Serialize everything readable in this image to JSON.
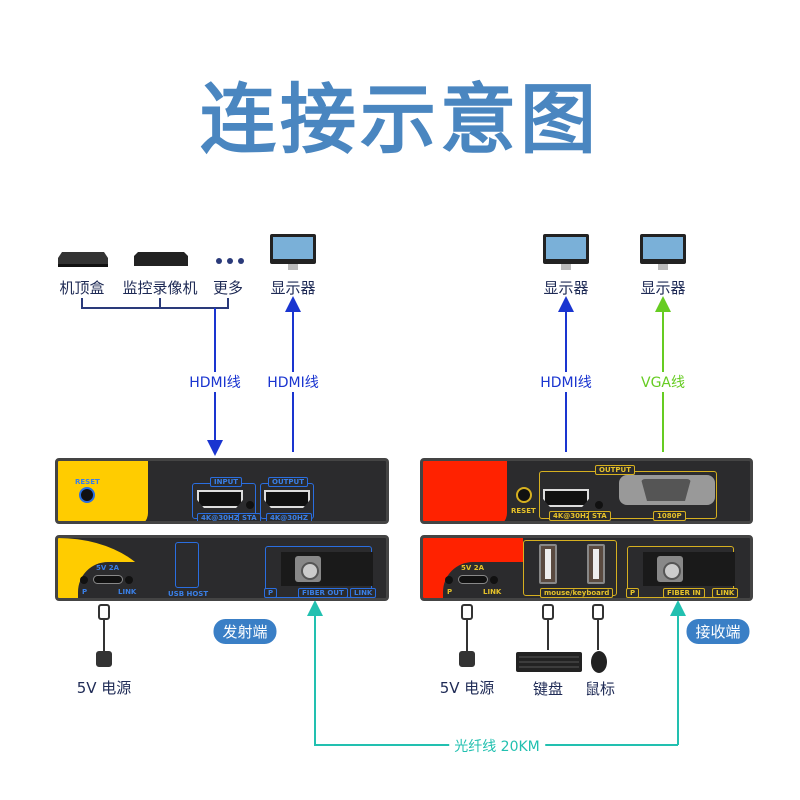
{
  "title": "连接示意图",
  "sources": {
    "stb": "机顶盒",
    "nvr": "监控录像机",
    "more": "更多",
    "monitor": "显示器"
  },
  "receiver_outputs": {
    "monitor1": "显示器",
    "monitor2": "显示器"
  },
  "cables": {
    "tx_in": "HDMI线",
    "tx_out": "HDMI线",
    "rx_hdmi": "HDMI线",
    "rx_vga": "VGA线",
    "fiber": "光纤线 20KM"
  },
  "transmitter": {
    "name": "发射端",
    "front": {
      "reset": "RESET",
      "input": "INPUT",
      "output": "OUTPUT",
      "res1": "4K@30HZ",
      "res2": "4K@30HZ",
      "sta": "STA"
    },
    "back": {
      "power": "5V 2A",
      "p": "P",
      "link": "LINK",
      "usb": "USB HOST",
      "fiber_p": "P",
      "fiber": "FIBER OUT",
      "fiber_link": "LINK"
    },
    "power_label": "5V 电源"
  },
  "receiver": {
    "name": "接收端",
    "front": {
      "reset": "RESET",
      "output": "OUTPUT",
      "res": "4K@30HZ",
      "sta": "STA",
      "vga": "1080P"
    },
    "back": {
      "power": "5V 2A",
      "p": "P",
      "link": "LINK",
      "usb": "mouse/keyboard",
      "fiber_p": "P",
      "fiber": "FIBER IN",
      "fiber_link": "LINK"
    },
    "power_label": "5V 电源",
    "keyboard": "键盘",
    "mouse": "鼠标"
  },
  "colors": {
    "title": "#4a86c0",
    "hdmi": "#1a35d0",
    "vga": "#66cc22",
    "fiber": "#22c0b0",
    "tx_accent": "#ffcc00",
    "rx_accent": "#ff2200"
  }
}
